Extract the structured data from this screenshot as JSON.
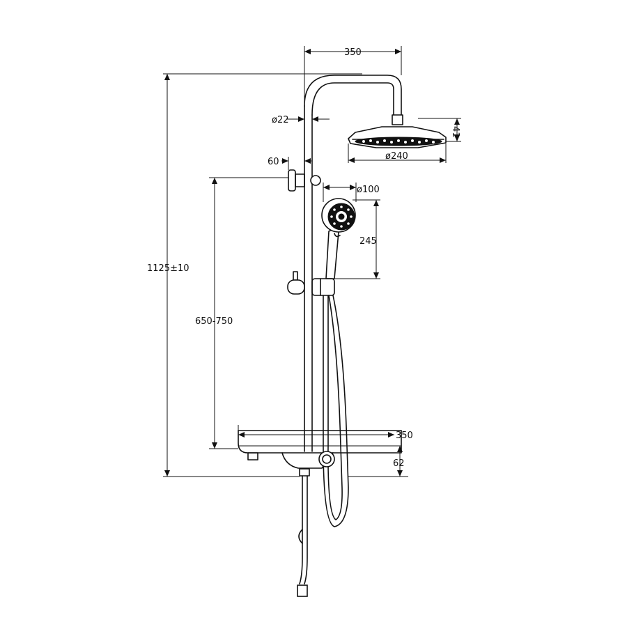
{
  "dimensions": {
    "top_width": "350",
    "pipe_diameter": "ø22",
    "bracket_offset": "60",
    "overhead_diameter": "ø240",
    "overhead_thickness": "41",
    "hand_diameter": "ø100",
    "hand_height": "245",
    "total_height": "1125±10",
    "mount_range": "650-750",
    "shelf_width": "350",
    "shelf_height": "62"
  },
  "colors": {
    "line": "#111111",
    "background": "#ffffff"
  }
}
